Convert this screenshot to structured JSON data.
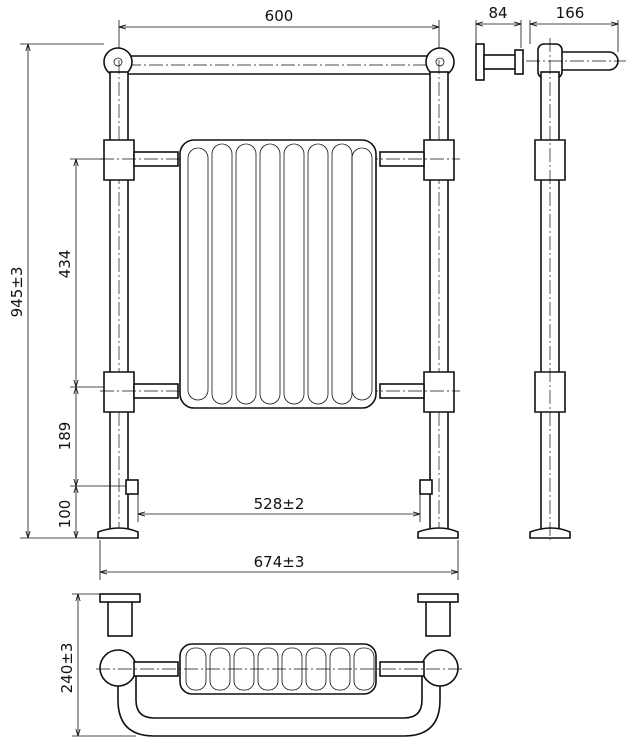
{
  "dimensions": {
    "top_width": "600",
    "bracket_depth": "84",
    "side_depth": "166",
    "overall_height": "945±3",
    "rail_spacing": "434",
    "lower_gap": "189",
    "valve_height": "100",
    "valve_centers": "528±2",
    "overall_width": "674±3",
    "plan_depth": "240±3"
  },
  "colors": {
    "line": "#111111",
    "background": "#ffffff"
  }
}
